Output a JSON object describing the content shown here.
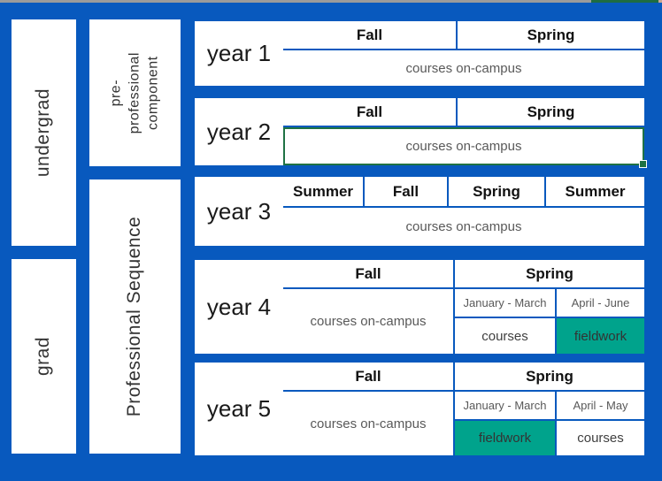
{
  "sidebar": {
    "undergrad": "undergrad",
    "grad": "grad",
    "pre_professional_line1": "pre-professional",
    "pre_professional_line2": "component",
    "professional_sequence": "Professional Sequence"
  },
  "years": [
    {
      "label": "year 1",
      "terms": [
        "Fall",
        "Spring"
      ],
      "body": "courses on-campus"
    },
    {
      "label": "year 2",
      "terms": [
        "Fall",
        "Spring"
      ],
      "body": "courses on-campus",
      "selected": true
    },
    {
      "label": "year 3",
      "terms": [
        "Summer",
        "Fall",
        "Spring",
        "Summer"
      ],
      "body": "courses on-campus"
    },
    {
      "label": "year 4",
      "terms": [
        "Fall",
        "Spring"
      ],
      "fall_body": "courses on-campus",
      "spring": {
        "subterms": [
          "January - March",
          "April - June"
        ],
        "cells": [
          "courses",
          "fieldwork"
        ],
        "highlight_index": 1
      }
    },
    {
      "label": "year 5",
      "terms": [
        "Fall",
        "Spring"
      ],
      "fall_body": "courses on-campus",
      "spring": {
        "subterms": [
          "January - March",
          "April - May"
        ],
        "cells": [
          "fieldwork",
          "courses"
        ],
        "highlight_index": 0
      }
    }
  ],
  "colors": {
    "background_blue": "#0859BE",
    "selection_green": "#1F7244",
    "fieldwork_teal": "#00A38C",
    "body_text_gray": "#595959"
  }
}
